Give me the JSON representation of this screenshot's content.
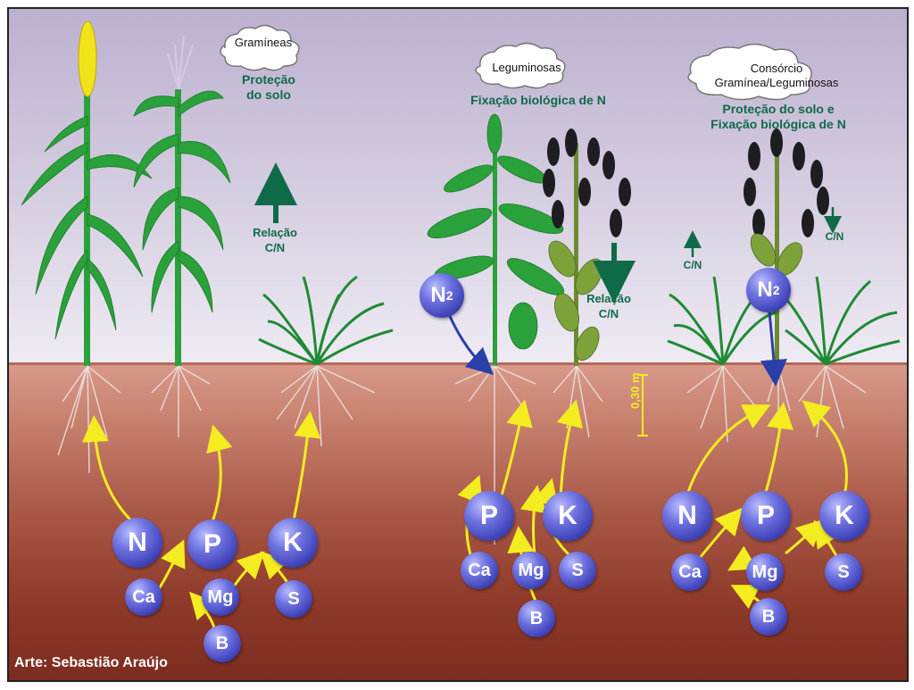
{
  "panels": {
    "left": {
      "title": "Gramíneas",
      "benefit_line1": "Proteção",
      "benefit_line2": "do solo",
      "ratio_line1": "Relação",
      "ratio_line2": "C/N"
    },
    "middle": {
      "title": "Leguminosas",
      "benefit": "Fixação biológica de N",
      "ratio_line1": "Relação",
      "ratio_line2": "C/N"
    },
    "right": {
      "title_line1": "Consórcio",
      "title_line2": "Gramínea/Leguminosas",
      "benefit_line1": "Proteção do solo e",
      "benefit_line2": "Fixação biológica de N",
      "ratio_up": "C/N",
      "ratio_down": "C/N"
    }
  },
  "nitrogen_gas": "N",
  "nitrogen_sub": "2",
  "nutrients": {
    "N": "N",
    "P": "P",
    "K": "K",
    "Ca": "Ca",
    "Mg": "Mg",
    "S": "S",
    "B": "B"
  },
  "depth_label": "0,30 m",
  "credit": "Arte: Sebastião Araújo",
  "colors": {
    "arrow_yellow": "#f3ec20",
    "label_green": "#0f6a48",
    "node_blue": "#3b3fb4",
    "n2_arrow": "#2a3fa8"
  }
}
